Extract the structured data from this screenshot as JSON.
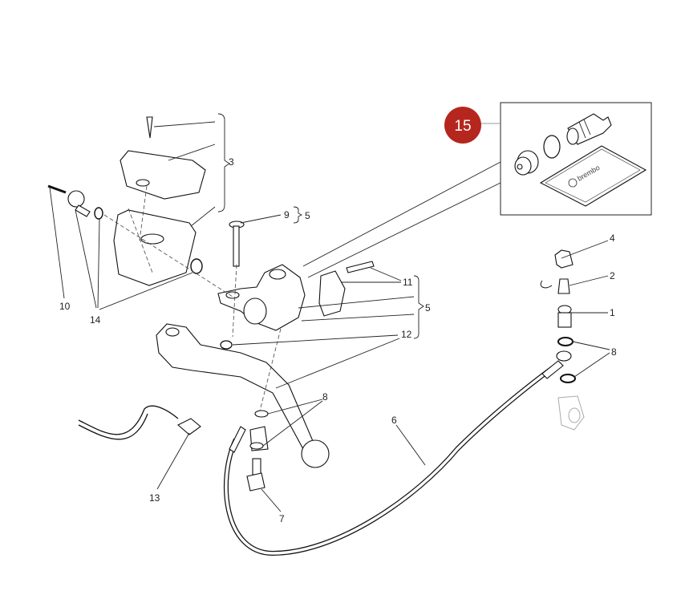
{
  "diagram": {
    "callouts": {
      "c1": "1",
      "c2": "2",
      "c3": "3",
      "c4": "4",
      "c5a": "5",
      "c5b": "5",
      "c6": "6",
      "c7": "7",
      "c8a": "8",
      "c8b": "8",
      "c9": "9",
      "c10": "10",
      "c11": "11",
      "c12": "12",
      "c13": "13",
      "c14": "14"
    },
    "kit_badge": "15",
    "kit_logo": "brembo",
    "colors": {
      "badge": "#b5261e",
      "line": "#111111"
    }
  }
}
